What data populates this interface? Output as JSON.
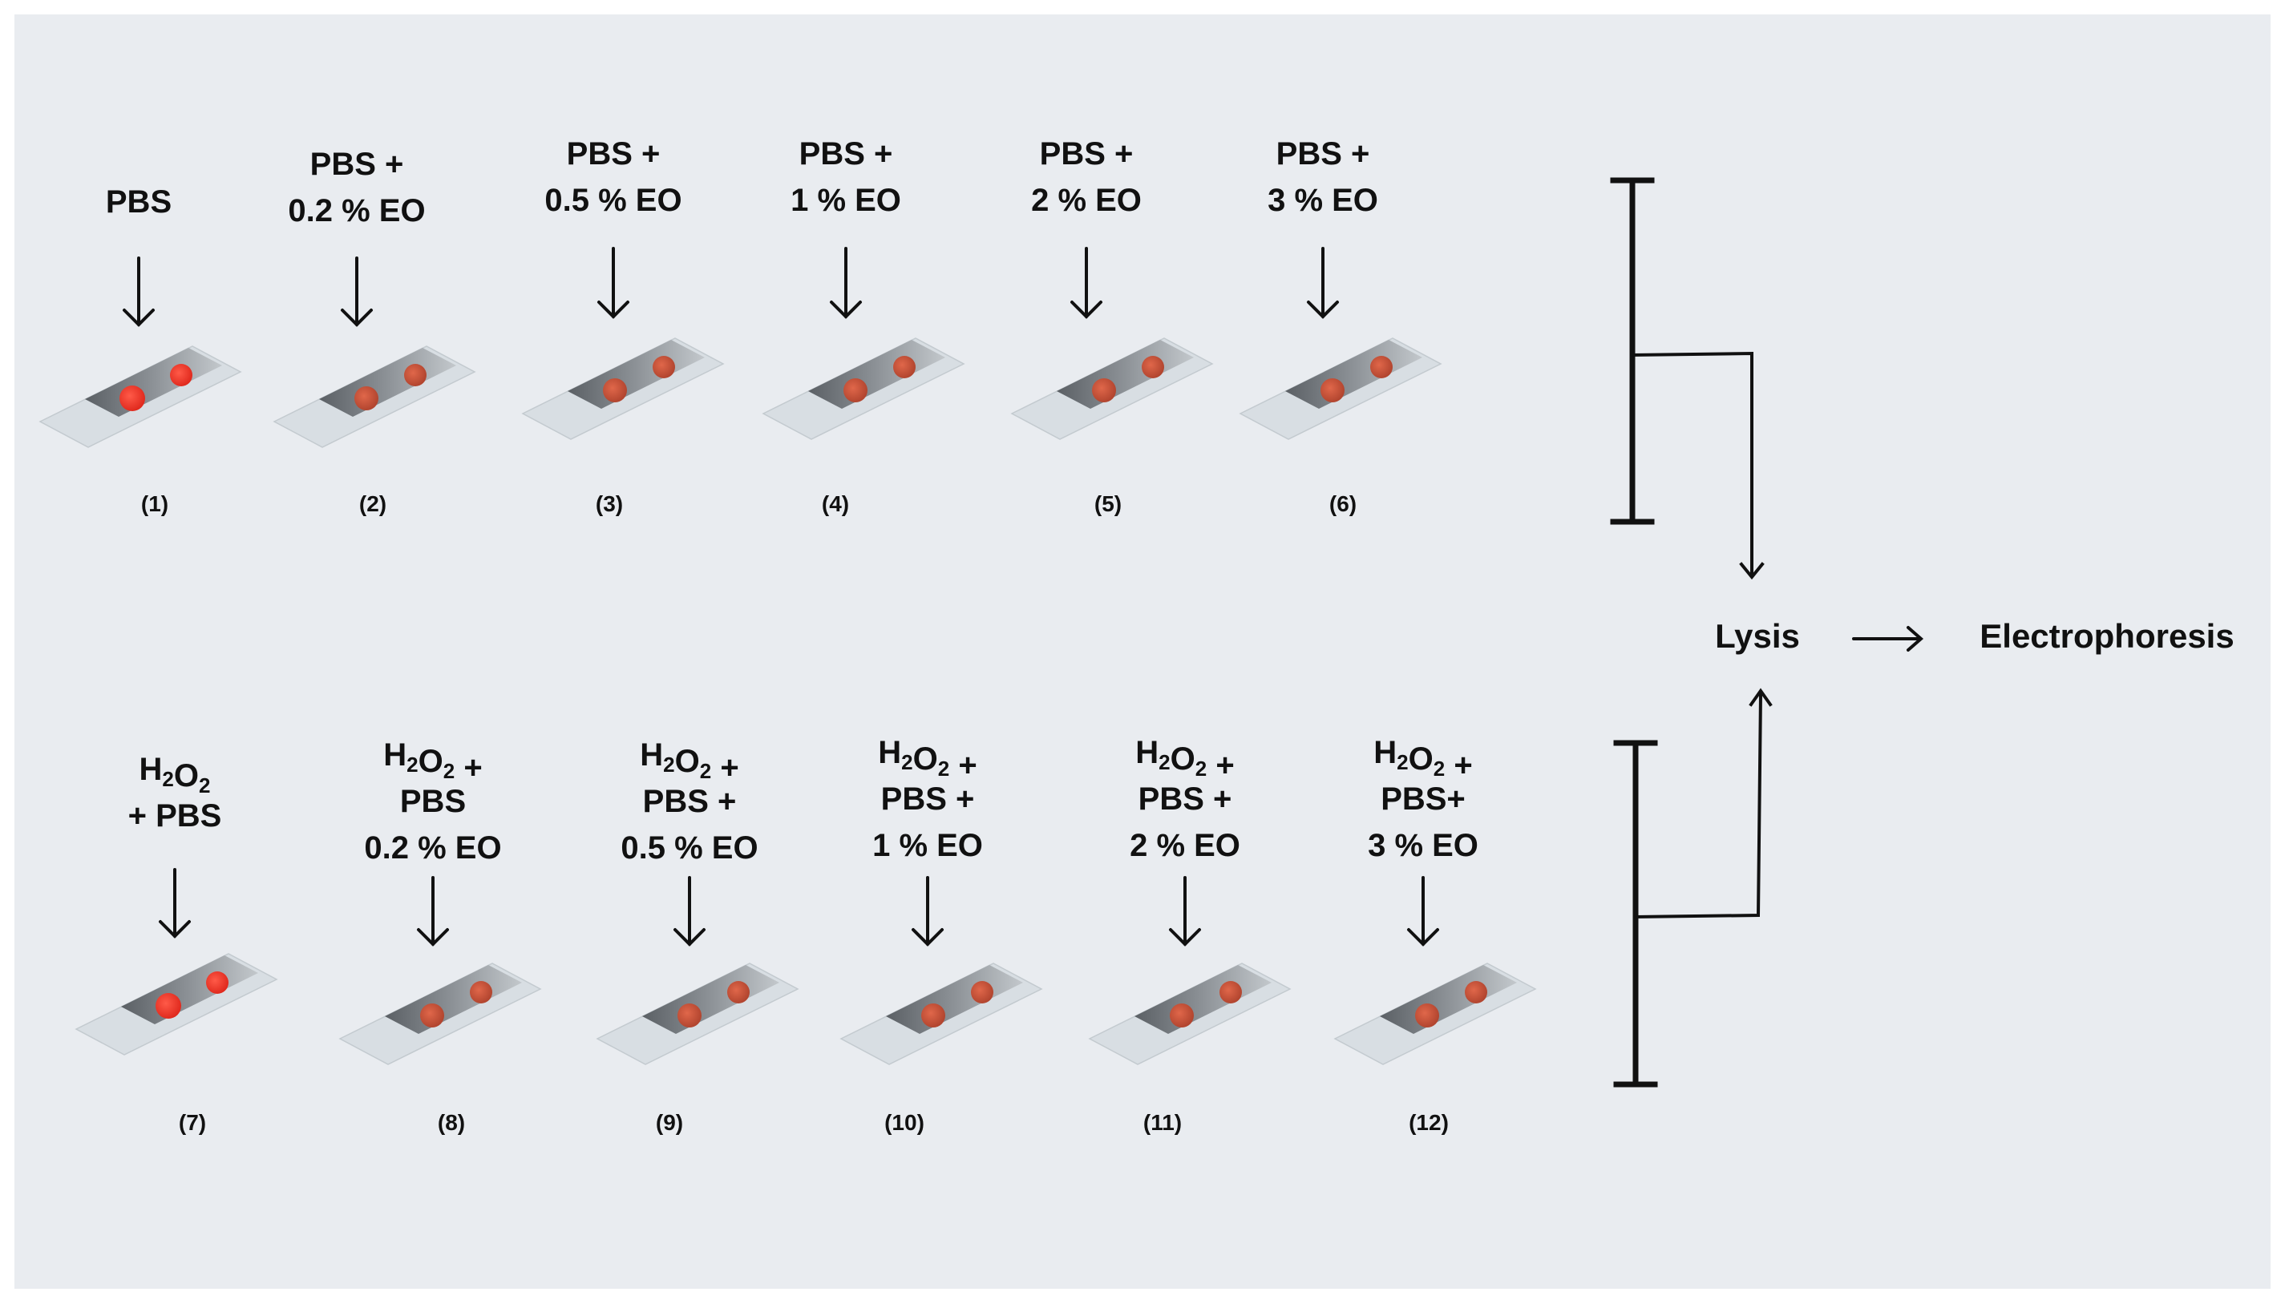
{
  "samples": [
    {
      "lines": [
        [
          {
            "t": "PBS"
          }
        ]
      ],
      "number": "(1)",
      "reddish": true
    },
    {
      "lines": [
        [
          {
            "t": "PBS +"
          }
        ],
        [
          {
            "t": "0.2 % EO"
          }
        ]
      ],
      "number": "(2)",
      "reddish": false
    },
    {
      "lines": [
        [
          {
            "t": "PBS +"
          }
        ],
        [
          {
            "t": "0.5 % EO"
          }
        ]
      ],
      "number": "(3)",
      "reddish": false
    },
    {
      "lines": [
        [
          {
            "t": "PBS +"
          }
        ],
        [
          {
            "t": "1 % EO"
          }
        ]
      ],
      "number": "(4)",
      "reddish": false
    },
    {
      "lines": [
        [
          {
            "t": "PBS +"
          }
        ],
        [
          {
            "t": "2 % EO"
          }
        ]
      ],
      "number": "(5)",
      "reddish": false
    },
    {
      "lines": [
        [
          {
            "t": "PBS +"
          }
        ],
        [
          {
            "t": "3 % EO"
          }
        ]
      ],
      "number": "(6)",
      "reddish": false
    },
    {
      "lines": [
        [
          {
            "t": "H"
          },
          {
            "t": "2",
            "sub": true
          },
          {
            "t": "O"
          },
          {
            "t": "2",
            "sub": true
          }
        ],
        [
          {
            "t": "+ PBS"
          }
        ]
      ],
      "number": "(7)",
      "reddish": true
    },
    {
      "lines": [
        [
          {
            "t": "H"
          },
          {
            "t": "2",
            "sub": true
          },
          {
            "t": "O"
          },
          {
            "t": "2",
            "sub": true
          },
          {
            "t": " +"
          }
        ],
        [
          {
            "t": "PBS"
          }
        ],
        [
          {
            "t": "0.2 % EO"
          }
        ]
      ],
      "number": "(8)",
      "reddish": false
    },
    {
      "lines": [
        [
          {
            "t": "H"
          },
          {
            "t": "2",
            "sub": true
          },
          {
            "t": "O"
          },
          {
            "t": "2",
            "sub": true
          },
          {
            "t": " +"
          }
        ],
        [
          {
            "t": "PBS +"
          }
        ],
        [
          {
            "t": "0.5 % EO"
          }
        ]
      ],
      "number": "(9)",
      "reddish": false
    },
    {
      "lines": [
        [
          {
            "t": "H"
          },
          {
            "t": "2",
            "sub": true
          },
          {
            "t": "O"
          },
          {
            "t": "2",
            "sub": true
          },
          {
            "t": " +"
          }
        ],
        [
          {
            "t": "PBS +"
          }
        ],
        [
          {
            "t": "1 % EO"
          }
        ]
      ],
      "number": "(10)",
      "reddish": false
    },
    {
      "lines": [
        [
          {
            "t": "H"
          },
          {
            "t": "2",
            "sub": true
          },
          {
            "t": "O"
          },
          {
            "t": "2",
            "sub": true
          },
          {
            "t": " +"
          }
        ],
        [
          {
            "t": "PBS +"
          }
        ],
        [
          {
            "t": "2 % EO"
          }
        ]
      ],
      "number": "(11)",
      "reddish": false
    },
    {
      "lines": [
        [
          {
            "t": "H"
          },
          {
            "t": "2",
            "sub": true
          },
          {
            "t": "O"
          },
          {
            "t": "2",
            "sub": true
          },
          {
            "t": " +"
          }
        ],
        [
          {
            "t": "PBS+"
          }
        ],
        [
          {
            "t": "3 % EO"
          }
        ]
      ],
      "number": "(12)",
      "reddish": false
    }
  ],
  "flow": {
    "lysis": "Lysis",
    "electrophoresis": "Electrophoresis"
  },
  "colors": {
    "background": "#e9ecf0",
    "ink": "#111111",
    "glass": "#d7dde2",
    "gel": "#6f7479",
    "dot_reddish": "#f2392c",
    "dot_brown": "#c8523a"
  }
}
